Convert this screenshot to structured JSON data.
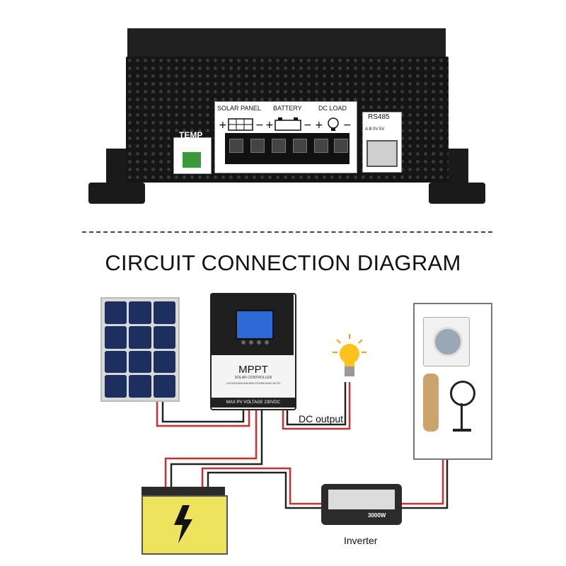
{
  "device": {
    "temp_label": "TEMP",
    "solar_panel_label": "SOLAR PANEL",
    "battery_label": "BATTERY",
    "dc_load_label": "DC LOAD",
    "rs485_label": "RS485",
    "rs_pins": "A B 0V 5V"
  },
  "diagram": {
    "title": "CIRCUIT CONNECTION DIAGRAM",
    "controller_name": "MPPT",
    "controller_sub": "SOLAR CONTROLLER",
    "controller_voltages": "12V/24V/36V/48V/60V/72V/84V/96V AUTO",
    "controller_footer": "MAX PV VOLTAGE 230VDC",
    "dc_output_label": "DC output",
    "inverter_label": "Inverter",
    "inverter_watt": "3000W"
  },
  "colors": {
    "wire_red": "#d62b2b",
    "wire_black": "#222222",
    "battery": "#ede35c",
    "lcd": "#2d6ad8"
  },
  "icons": [
    "solar-panel-icon",
    "battery-icon",
    "bulb-icon",
    "washer-icon",
    "fan-icon",
    "heater-icon",
    "lightning-icon"
  ]
}
